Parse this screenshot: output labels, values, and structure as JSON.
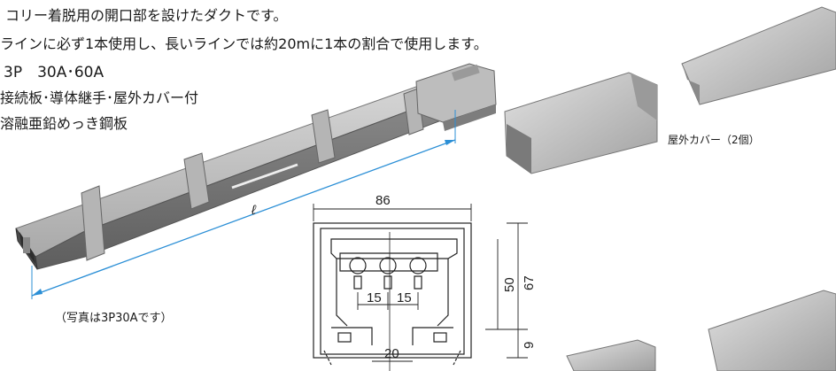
{
  "spec_lines": [
    "コリー着脱用の開口部を設けたダクトです。",
    "ラインに必ず1本使用し、長いラインでは約20mに1本の割合で使用します。",
    "3P　30A･60A",
    "接続板･導体継手･屋外カバー付",
    "溶融亜鉛めっき鋼板"
  ],
  "captions": {
    "photo_note": "（写真は3P30Aです）",
    "cover": "屋外カバー（2個）"
  },
  "drawing": {
    "length_symbol": "ℓ",
    "dim_width": "86",
    "dim_height": "67",
    "dim_inner": "50",
    "dim_bottom": "9",
    "dim_pitch_a": "15",
    "dim_pitch_b": "15",
    "dim_opening": "20"
  },
  "colors": {
    "dimension_line": "#2b8fd6",
    "duct_dark": "#6e6e6e",
    "duct_light": "#c9c9c9"
  }
}
